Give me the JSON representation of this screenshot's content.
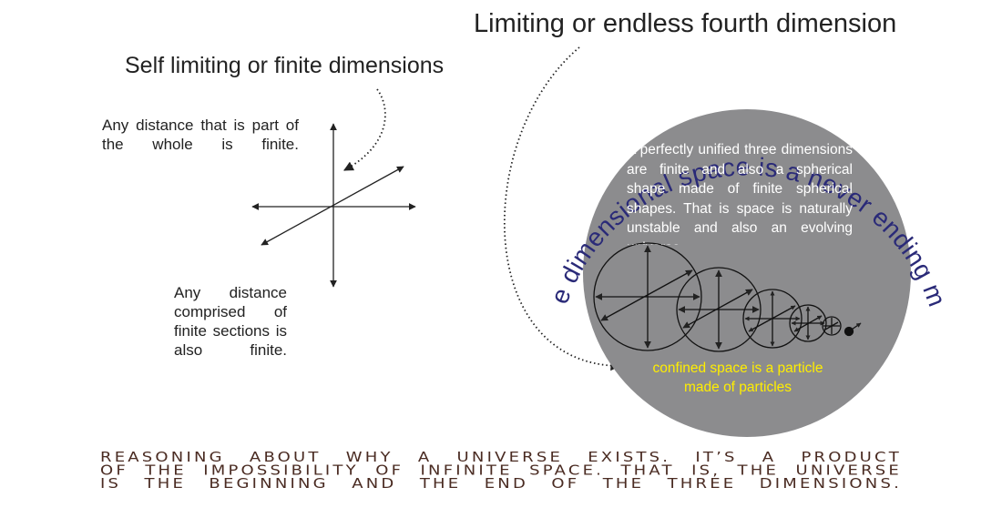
{
  "titles": {
    "fourth_dimension": "Limiting or endless fourth dimension",
    "finite_dimensions": "Self limiting or finite dimensions"
  },
  "notes": {
    "part_of_whole": "Any distance that is part of the whole is finite.",
    "finite_sections": "Any distance comprised of finite sections is also finite."
  },
  "arc_text": "Pi inside dimensional space is a never ending machine",
  "circle_text": "A perfectly unified three dimensions are finite and also a spherical shape made of finite spherical shapes. That is space is naturally unstable and also an evolving universe.",
  "particle_text": {
    "line1": "confined space is a particle",
    "line2": "made of particles"
  },
  "footer": {
    "line1": "REASONING ABOUT WHY A UNIVERSE EXISTS. IT’S A PRODUCT",
    "line2": "OF THE IMPOSSIBILITY OF INFINITE SPACE. THAT IS, THE UNIVERSE",
    "line3": "IS THE BEGINNING AND THE END OF THE THREE DIMENSIONS."
  },
  "colors": {
    "background": "#ffffff",
    "sphere_fill": "#8c8c8e",
    "arc_text": "#2a2a78",
    "particle_text": "#ffee00",
    "footer_text": "#4a2b22"
  }
}
